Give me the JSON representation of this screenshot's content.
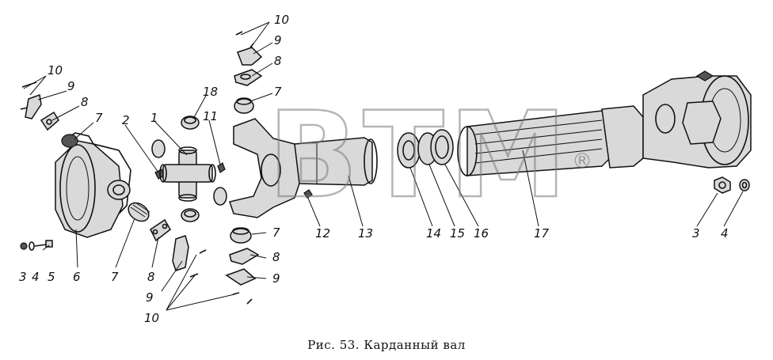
{
  "figure": {
    "caption": "Рис. 53. Карданный вал",
    "watermark": "ВТМ",
    "watermark_mark": "®"
  },
  "parts": [
    {
      "id": "p1",
      "label": "1"
    },
    {
      "id": "p2",
      "label": "2"
    },
    {
      "id": "p3a",
      "label": "3"
    },
    {
      "id": "p4a",
      "label": "4"
    },
    {
      "id": "p5",
      "label": "5"
    },
    {
      "id": "p6",
      "label": "6"
    },
    {
      "id": "p7a",
      "label": "7"
    },
    {
      "id": "p7b",
      "label": "7"
    },
    {
      "id": "p7c",
      "label": "7"
    },
    {
      "id": "p7d",
      "label": "7"
    },
    {
      "id": "p8a",
      "label": "8"
    },
    {
      "id": "p8b",
      "label": "8"
    },
    {
      "id": "p8c",
      "label": "8"
    },
    {
      "id": "p8d",
      "label": "8"
    },
    {
      "id": "p9a",
      "label": "9"
    },
    {
      "id": "p9b",
      "label": "9"
    },
    {
      "id": "p9c",
      "label": "9"
    },
    {
      "id": "p9d",
      "label": "9"
    },
    {
      "id": "p10a",
      "label": "10"
    },
    {
      "id": "p10b",
      "label": "10"
    },
    {
      "id": "p10c",
      "label": "10"
    },
    {
      "id": "p11",
      "label": "11"
    },
    {
      "id": "p12",
      "label": "12"
    },
    {
      "id": "p13",
      "label": "13"
    },
    {
      "id": "p14",
      "label": "14"
    },
    {
      "id": "p15",
      "label": "15"
    },
    {
      "id": "p16",
      "label": "16"
    },
    {
      "id": "p17",
      "label": "17"
    },
    {
      "id": "p18",
      "label": "18"
    },
    {
      "id": "p3b",
      "label": "3"
    },
    {
      "id": "p4b",
      "label": "4"
    }
  ]
}
